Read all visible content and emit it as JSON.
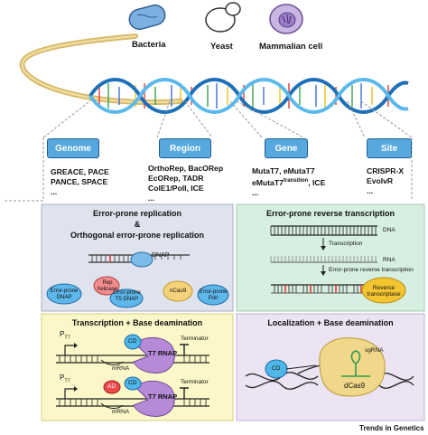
{
  "organisms": {
    "bacteria": "Bacteria",
    "yeast": "Yeast",
    "mammalian": "Mammalian cell"
  },
  "categories": [
    {
      "label": "Genome",
      "tools": [
        "GREACE, PACE",
        "PANCE, SPACE",
        "..."
      ]
    },
    {
      "label": "Region",
      "tools": [
        "OrthoRep, BacORep",
        "EcORep, TADR",
        "ColE1/PolI, ICE",
        "..."
      ]
    },
    {
      "label": "Gene",
      "tools": [
        "MutaT7, eMutaT7",
        "eMutaT7",
        "transition",
        ", ICE",
        "..."
      ]
    },
    {
      "label": "Site",
      "tools": [
        "CRISPR-X",
        "EvolvR",
        "..."
      ]
    }
  ],
  "panels": {
    "replication": {
      "title1": "Error-prone replication",
      "amp": "&",
      "title2": "Orthogonal error-prone replication",
      "dnap": "DNAP",
      "proteins": [
        "Error-prone DNAP",
        "Rep helicase",
        "Error-prone T5 DNAP",
        "nCas9",
        "Error-prone PolI"
      ]
    },
    "reverse": {
      "title": "Error-prone reverse transcription",
      "dna": "DNA",
      "rna": "RNA",
      "step1": "Transcription",
      "step2": "Error-prone reverse transcription",
      "enzyme": "Reverse transcriptase"
    },
    "deamination": {
      "title": "Transcription + Base deamination",
      "promoter": "P",
      "promoter_sub": "T7",
      "cd": "CD",
      "ad": "AD",
      "rnap": "T7 RNAP",
      "mrna": "mRNA",
      "terminator": "Terminator"
    },
    "localization": {
      "title": "Localization + Base deamination",
      "cd": "CD",
      "sgrna": "sgRNA",
      "dcas9": "dCas9"
    }
  },
  "credit": "Trends in Genetics",
  "colors": {
    "category_fill": "#56a8df",
    "panel_replication": "#dfe3ee",
    "panel_reverse": "#d6efe0",
    "panel_deamination": "#fbf7c8",
    "panel_localization": "#ece3f3",
    "t7_rnap": "#b58ad6",
    "reverse_transcriptase": "#f2c531"
  }
}
